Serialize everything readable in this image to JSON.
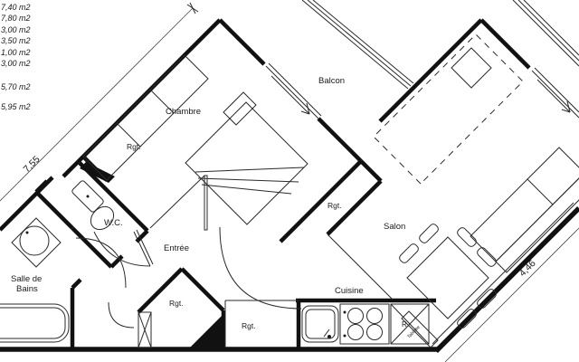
{
  "plan": {
    "surface_list": [
      "7,40 m2",
      "7,80 m2",
      "3,00 m2",
      "3,50 m2",
      "1,00 m2",
      "3,00 m2",
      "5,70 m2",
      "5,95 m2"
    ],
    "dimensions": {
      "upper_left": "7,55",
      "lower_right": "4,46"
    },
    "rooms": {
      "chambre": "Chambre",
      "balcon": "Balcon",
      "salon": "Salon",
      "cuisine": "Cuisine",
      "entree": "Entrée",
      "wc": "W.C.",
      "salle_de_bains_line1": "Salle de",
      "salle_de_bains_line2": "Bains"
    },
    "storage_labels": {
      "chambre_closet": "Rgt.",
      "hall_closet": "Rgt.",
      "entry_closet": "Rgt.",
      "kitchen_cabinet": "Rgt."
    },
    "appliance_labels": {
      "refrigerator": "R",
      "shelf": "Tablette"
    },
    "colors": {
      "ink": "#1a1a1a",
      "background": "#ffffff"
    }
  }
}
